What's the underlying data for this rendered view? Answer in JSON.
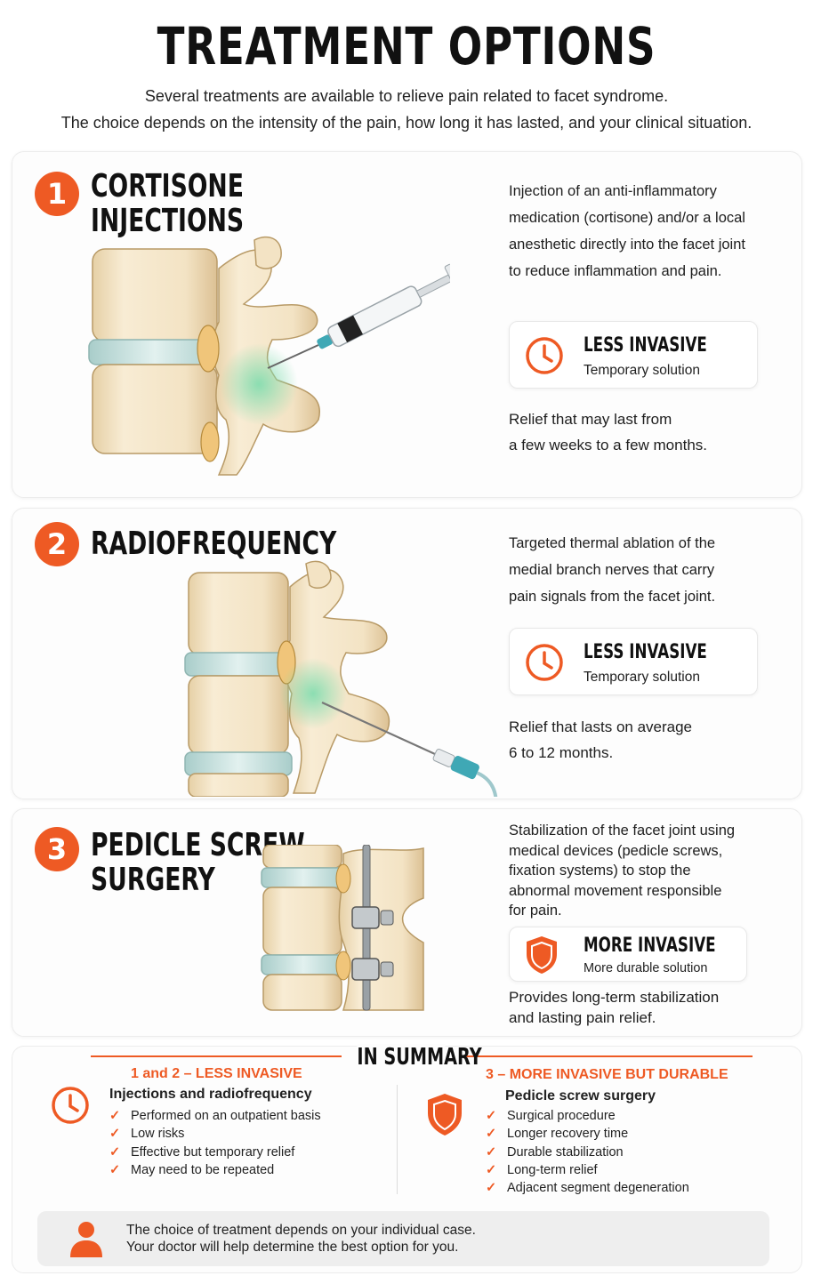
{
  "title": "TREATMENT OPTIONS",
  "intro": {
    "line1": "Several treatments are available to relieve pain related to facet syndrome.",
    "line2": "The choice depends on the intensity of the pain, how long it has lasted, and your clinical situation."
  },
  "treatments": [
    {
      "number": "1",
      "title_line1": "CORTISONE",
      "title_line2": "INJECTIONS",
      "description": [
        "Injection of an anti-inflammatory",
        "medication (cortisone) and/or a local",
        "anesthetic directly into the facet joint",
        "to reduce inflammation and pain."
      ],
      "badge_title": "LESS INVASIVE",
      "badge_subtitle": "Temporary solution",
      "badge_icon": "clock-icon",
      "relief": [
        "Relief that may last from",
        "a few weeks to a few months."
      ]
    },
    {
      "number": "2",
      "title_line1": "RADIOFREQUENCY",
      "description": [
        "Targeted thermal ablation of the",
        "medial branch nerves that carry",
        "pain signals from the facet joint."
      ],
      "badge_title": "LESS INVASIVE",
      "badge_subtitle": "Temporary solution",
      "badge_icon": "clock-icon",
      "relief": [
        "Relief that lasts on average",
        "6 to 12 months."
      ]
    },
    {
      "number": "3",
      "title_line1": "PEDICLE SCREW",
      "title_line2": "SURGERY",
      "description": [
        "Stabilization of the facet joint using",
        "medical devices (pedicle screws,",
        "fixation systems) to stop the",
        "abnormal movement responsible",
        "for pain."
      ],
      "badge_title": "MORE INVASIVE",
      "badge_subtitle": "More durable solution",
      "badge_icon": "shield-icon",
      "relief": [
        "Provides long-term stabilization",
        "and lasting pain relief."
      ]
    }
  ],
  "summary": {
    "title": "IN SUMMARY",
    "left": {
      "heading": "1 and 2 – LESS INVASIVE",
      "subheading": "Injections and radiofrequency",
      "icon": "clock-icon",
      "items": [
        "Performed on an outpatient basis",
        "Low risks",
        "Effective but temporary relief",
        "May need to be repeated"
      ]
    },
    "right": {
      "heading": "3 – MORE INVASIVE BUT DURABLE",
      "subheading": "Pedicle screw surgery",
      "icon": "shield-icon",
      "items": [
        "Surgical procedure",
        "Longer recovery time",
        "Durable stabilization",
        "Long-term relief",
        "Adjacent segment degeneration"
      ]
    }
  },
  "note": {
    "line1": "The choice of treatment depends on your individual case.",
    "line2": "Your doctor will help determine the best option for you.",
    "icon": "person-icon"
  },
  "colors": {
    "accent": "#ee5a24",
    "bone": "#f1e2c3",
    "disc": "#cfe6e3",
    "inflammation": "#8fdcb5"
  },
  "check_mark": "✓"
}
